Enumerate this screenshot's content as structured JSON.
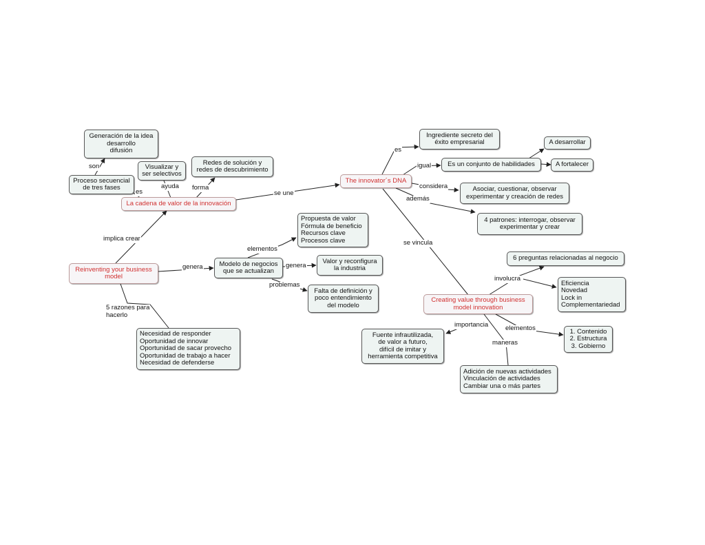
{
  "nodes": {
    "reinventing": "Reinventing your business\nmodel",
    "cadena": "La cadena de valor de la innovación",
    "proceso": "Proceso secuencial\nde tres fases",
    "generacion": "Generación de la idea\ndesarrollo\ndifusión",
    "visualizar": "Visualizar y\nser selectivos",
    "redes": "Redes de solución y\nredes de descubrimiento",
    "dna": "The innovator´s DNA",
    "ingrediente": "Ingrediente secreto del\néxito empresarial",
    "habilidades": "Es un conjunto de habilidades",
    "desarrollar": "A desarrollar",
    "fortalecer": "A fortalecer",
    "asociar": "Asociar, cuestionar, observar\nexperimentar y creación de redes",
    "patrones": "4 patrones: interrogar, observar\nexperimentar y crear",
    "modelo": "Modelo de negocios\nque se actualizan",
    "elementos_list": "Propuesta de valor\nFórmula de beneficio\nRecursos clave\nProcesos clave",
    "valor_industria": "Valor y reconfigura\nla industria",
    "falta": "Falta de definición y\npoco entendimiento\ndel modelo",
    "razones_list": "Necesidad de responder\nOportunidad de innovar\nOportunidad de sacar provecho\nOportunidad de trabajo a hacer\nNecesidad de defenderse",
    "creating": "Creating value through business\nmodel innovation",
    "preguntas": "6 preguntas relacionadas al negocio",
    "eficiencia": "Eficiencia\nNovedad\nLock in\nComplementariedad",
    "contenido": "1. Contenido\n2. Estructura\n3. Gobierno",
    "fuente": "Fuente infrautilizada,\nde valor a futuro,\ndifícil de imitar y\nherramienta competitiva",
    "adicion": "Adición de nuevas actividades\nVinculación de actividades\nCambiar una o más partes"
  },
  "labels": {
    "implica": "implica crear",
    "es1": "es",
    "son": "son",
    "ayuda": "ayuda",
    "forma": "forma",
    "se_une": "se une",
    "es2": "es",
    "igual": "igual",
    "considera": "considera",
    "ademas": "además",
    "se_vincula": "se vincula",
    "genera1": "genera",
    "elementos1": "elementos",
    "genera2": "genera",
    "problemas": "problemas",
    "razones": "5 razones para\nhacerlo",
    "involucra": "involucra",
    "elementos2": "elementos",
    "importancia": "importancia",
    "maneras": "maneras"
  },
  "colors": {
    "main_text": "#d03030",
    "node_fill": "#eef4f2",
    "line": "#222222"
  }
}
